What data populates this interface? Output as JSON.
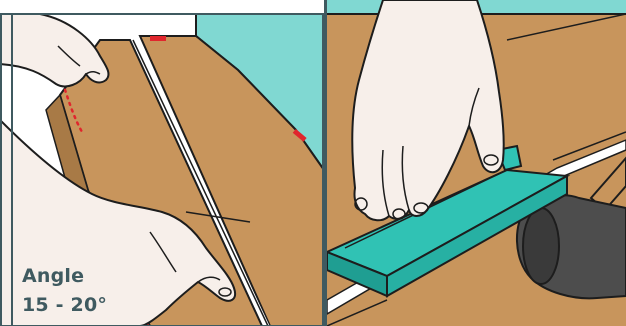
{
  "illustration": {
    "annotation": {
      "line1": "Angle",
      "line2": "15 - 20°",
      "color": "#3f5a60"
    },
    "colors": {
      "plank": "#c8955c",
      "plank_edge": "#a87a46",
      "wall": "#80d8d2",
      "tool": "#30c2b4",
      "skin": "#f7efea",
      "outline": "#1d1d1d",
      "mallet": "#4d4d4d",
      "marker": "#e0262d",
      "divider": "#3f5a60"
    },
    "panels": [
      {
        "name": "angle-installation-step"
      },
      {
        "name": "tapping-block-step"
      }
    ]
  }
}
